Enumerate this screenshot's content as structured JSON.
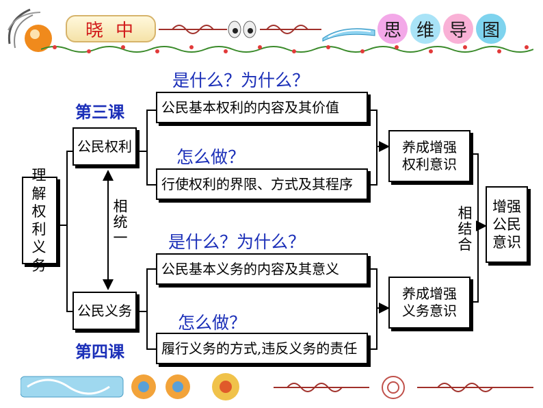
{
  "header": {
    "title_chars": [
      "晓",
      "中"
    ],
    "mindmap_chars": [
      "思",
      "维",
      "导",
      "图"
    ]
  },
  "root": {
    "label": "理解权利义务"
  },
  "left": {
    "rights": "公民权利",
    "duties": "公民义务",
    "relation": "相统一",
    "lesson3": "第三课",
    "lesson4": "第四课"
  },
  "questions": {
    "what_why_1": "是什么？为什么？",
    "how_1": "怎么做？",
    "what_why_2": "是什么？为什么？",
    "how_2": "怎么做？"
  },
  "middle": {
    "rights_content": "公民基本权利的内容及其价值",
    "rights_exercise": "行使权利的界限、方式及其程序",
    "duties_content": "公民基本义务的内容及其意义",
    "duties_perform": "履行义务的方式,违反义务的责任"
  },
  "right": {
    "rights_awareness": "养成增强权利意识",
    "duties_awareness": "养成增强义务意识",
    "combine": "相结合",
    "final": "增强公民意识"
  },
  "colors": {
    "accent_blue": "#1b2fb8",
    "title_red": "#d11a1a",
    "bubble_colors": [
      "#f3a8e8",
      "#a9e3f7",
      "#f9b1d6",
      "#7ed3ee"
    ]
  }
}
